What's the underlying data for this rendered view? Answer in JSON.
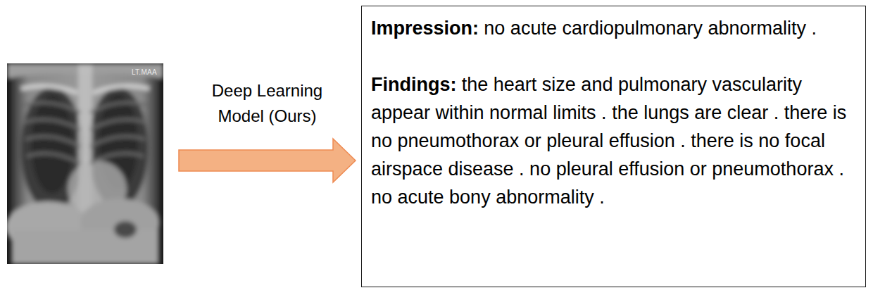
{
  "diagram": {
    "nodes": [
      {
        "text": [
          "LT.MAA"
        ]
      },
      {
        "text": [
          "Impression:",
          "no acute cardiopulmonary abnormality .",
          "Findings:",
          "the heart size and pulmonary vascularity appear within normal limits . the lungs are clear . there is no pneumothorax or pleural effusion . there is no focal airspace disease . no pleural effusion or pneumothorax . no acute bony abnormality ."
        ]
      }
    ],
    "edges": [
      {
        "from": 0,
        "to": 1,
        "arrow": "to",
        "label": "Deep Learning Model (Ours)"
      }
    ]
  }
}
